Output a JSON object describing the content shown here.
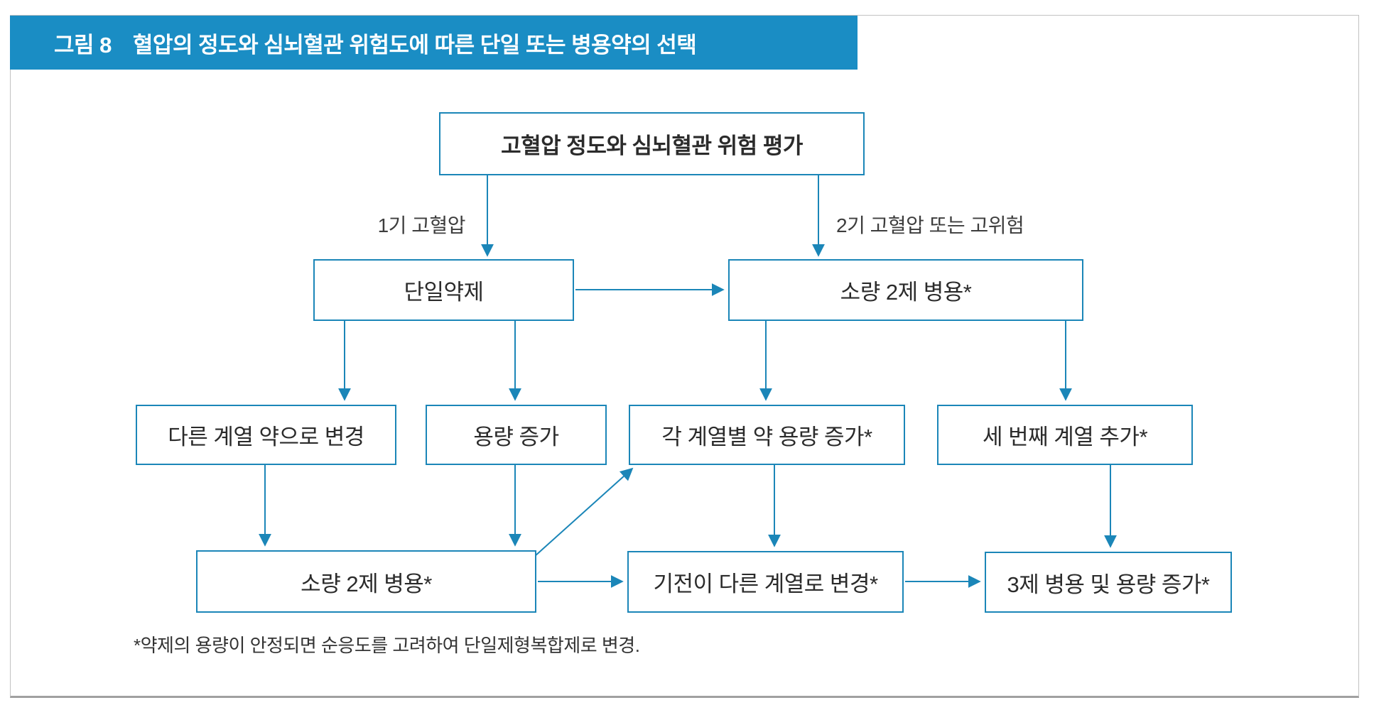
{
  "header": {
    "figure_label": "그림 8",
    "title": "혈압의 정도와 심뇌혈관 위험도에 따른 단일 또는 병용약의 선택"
  },
  "flowchart": {
    "root": "고혈압 정도와 심뇌혈관 위험 평가",
    "branch_labels": {
      "stage1": "1기 고혈압",
      "stage2": "2기 고혈압 또는 고위험"
    },
    "nodes": {
      "monotherapy": "단일약제",
      "low_dose_dual": "소량 2제 병용*",
      "switch_class": "다른 계열 약으로 변경",
      "increase_dose": "용량 증가",
      "increase_each_class_dose": "각 계열별 약 용량 증가*",
      "add_third_class": "세 번째 계열 추가*",
      "low_dose_dual_2": "소량 2제 병용*",
      "switch_mechanism_class": "기전이 다른 계열로 변경*",
      "triple_combo": "3제 병용 및 용량 증가*"
    },
    "footnote": "*약제의 용량이 안정되면 순응도를 고려하여 단일제형복합제로 변경."
  },
  "colors": {
    "banner": "#1a8dc4",
    "line": "#1b86b8",
    "node_text": "#2b2b2b",
    "label_text": "#3d3d3d"
  }
}
